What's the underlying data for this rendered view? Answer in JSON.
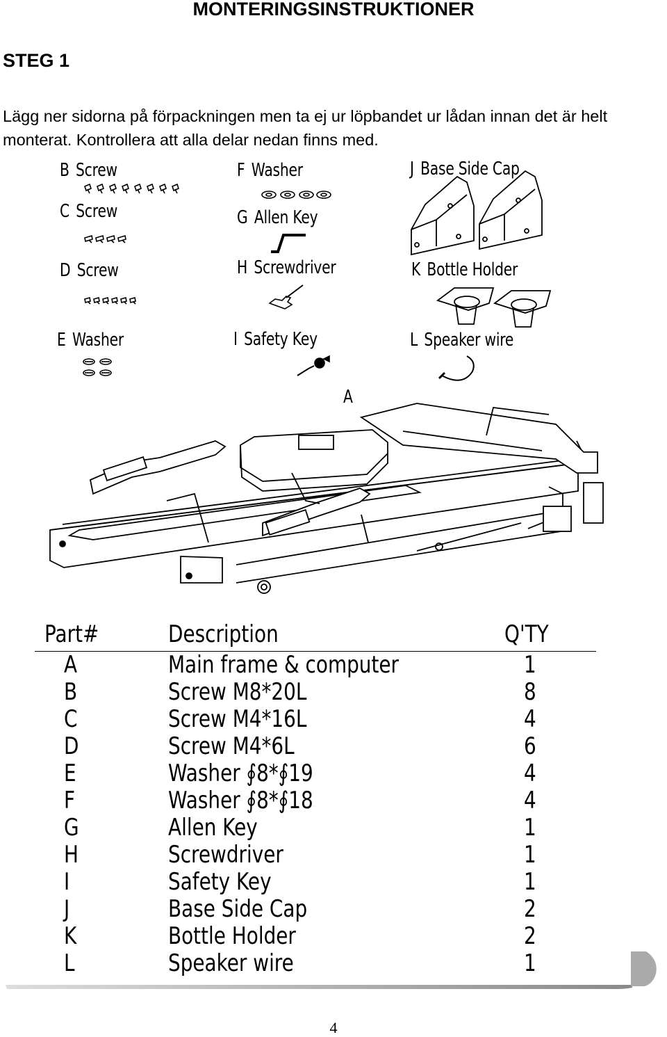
{
  "title": "MONTERINGSINSTRUKTIONER",
  "step": "STEG 1",
  "intro": {
    "line1": "Lägg ner sidorna på förpackningen men ta ej ur löpbandet ur lådan innan det är helt",
    "line2": "monterat. Kontrollera att alla delar nedan finns med."
  },
  "parts_diagram": {
    "B": {
      "letter": "B",
      "name": "Screw"
    },
    "C": {
      "letter": "C",
      "name": "Screw"
    },
    "D": {
      "letter": "D",
      "name": "Screw"
    },
    "E": {
      "letter": "E",
      "name": "Washer"
    },
    "F": {
      "letter": "F",
      "name": "Washer"
    },
    "G": {
      "letter": "G",
      "name": "Allen Key"
    },
    "H": {
      "letter": "H",
      "name": "Screwdriver"
    },
    "I": {
      "letter": "I",
      "name": "Safety Key"
    },
    "J": {
      "letter": "J",
      "name": "Base  Side  Cap"
    },
    "K": {
      "letter": "K",
      "name": "Bottle  Holder"
    },
    "L": {
      "letter": "L",
      "name": "Speaker wire"
    },
    "A": {
      "letter": "A"
    }
  },
  "table": {
    "headers": {
      "part": "Part#",
      "description": "Description",
      "qty": "Q'TY"
    },
    "rows": [
      {
        "part": "A",
        "description": "Main frame & computer",
        "qty": "1"
      },
      {
        "part": "B",
        "description": "Screw  M8*20L",
        "qty": "8"
      },
      {
        "part": "C",
        "description": "Screw  M4*16L",
        "qty": "4"
      },
      {
        "part": "D",
        "description": "Screw  M4*6L",
        "qty": "6"
      },
      {
        "part": "E",
        "description": "Washer  ∮8*∮19",
        "qty": "4"
      },
      {
        "part": "F",
        "description": "Washer  ∮8*∮18",
        "qty": "4"
      },
      {
        "part": "G",
        "description": "Allen Key",
        "qty": "1"
      },
      {
        "part": "H",
        "description": "Screwdriver",
        "qty": "1"
      },
      {
        "part": "I",
        "description": "Safety Key",
        "qty": "1"
      },
      {
        "part": "J",
        "description": "Base  Side  Cap",
        "qty": "2"
      },
      {
        "part": "K",
        "description": "Bottle  Holder",
        "qty": "2"
      },
      {
        "part": "L",
        "description": "Speaker wire",
        "qty": "1"
      }
    ]
  },
  "page_number": "4"
}
